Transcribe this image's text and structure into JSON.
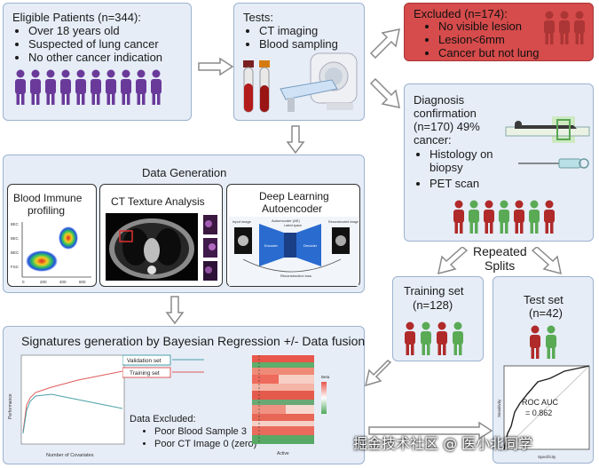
{
  "patients": {
    "title": "Eligible Patients (n=344):",
    "criteria": [
      "Over 18 years old",
      "Suspected of lung cancer",
      "No other cancer indication"
    ]
  },
  "tests": {
    "title": "Tests:",
    "items": [
      "CT imaging",
      "Blood sampling"
    ]
  },
  "excluded": {
    "title": "Excluded (n=174):",
    "items": [
      "No visible lesion",
      "Lesion<6mm",
      "Cancer but not lung"
    ]
  },
  "diagnosis": {
    "title_lines": [
      "Diagnosis",
      "confirmation",
      "(n=170) 49%",
      "cancer:"
    ],
    "items": [
      "Histology on biopsy",
      "PET scan"
    ]
  },
  "data_generation": {
    "title": "Data Generation",
    "blood": {
      "title_lines": [
        "Blood Immune",
        "profiling"
      ],
      "y_ticks": [
        "8EC",
        "8EC",
        "BEC",
        "FSC"
      ],
      "x_ticks": [
        "0",
        "200",
        "400",
        "800"
      ]
    },
    "ct": {
      "title": "CT Texture Analysis"
    },
    "dl": {
      "title_lines": [
        "Deep Learning",
        "Autoencoder"
      ],
      "input_label": "Input image",
      "ae_label": "Autoencoder (AE)",
      "latent_label": "Latent space",
      "encoder_label": "Encoder",
      "decoder_label": "Decoder",
      "recon_label": "Reconstructed image",
      "loss_label": "Reconstruction loss"
    }
  },
  "splits": {
    "label_lines": [
      "Repeated",
      "Splits"
    ]
  },
  "training": {
    "title_lines": [
      "Training set",
      "(n=128)"
    ]
  },
  "test": {
    "title_lines": [
      "Test set",
      "(n=42)"
    ],
    "roc_label": "ROC AUC",
    "roc_value": "= 0.862",
    "xlabel": "Specificity",
    "ylabel": "Sensitivity"
  },
  "signatures": {
    "title": "Signatures generation by Bayesian Regression +/- Data fusion",
    "legend": [
      "Validation set",
      "Training set"
    ],
    "xlabel": "Number of Covariates",
    "ylabel": "Performance",
    "excluded_title": "Data Excluded:",
    "excluded_items": [
      "Poor Blood Sample 3",
      "Poor CT Image 0 (zero)"
    ],
    "heatmap_xlabel": "Active",
    "heatmap_legend_title": "Beta"
  },
  "colors": {
    "panel": "#e6edf7",
    "panel_border": "#9db2cf",
    "excluded": "#d64b4b",
    "person_purple": "#6a3a9a",
    "person_red": "#b02a2a",
    "person_green": "#5aaa55"
  },
  "watermark": "掘金技术社区 @ 医小北同学"
}
